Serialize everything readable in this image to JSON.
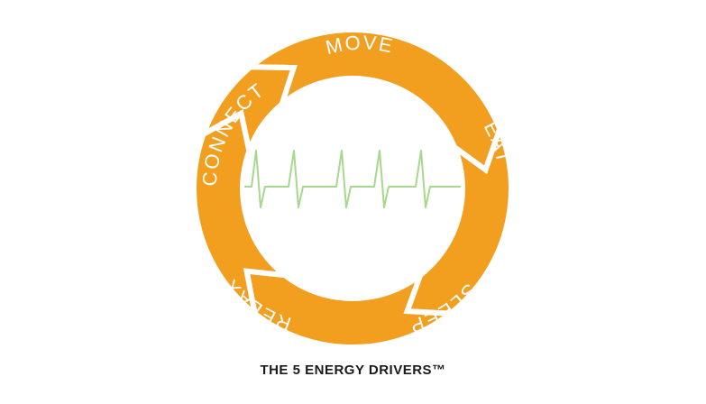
{
  "diagram": {
    "title": "THE 5 ENERGY DRIVERS™",
    "segments": [
      {
        "label": "MOVE"
      },
      {
        "label": "EAT"
      },
      {
        "label": "SLEEP"
      },
      {
        "label": "RELAX"
      },
      {
        "label": "CONNECT"
      }
    ],
    "center_icon": "heartbeat-pulse-icon",
    "colors": {
      "ring": "#F29F20",
      "ring_text": "#FFFFFF",
      "pulse": "#A7D88D",
      "caption": "#1A1A1A"
    }
  }
}
